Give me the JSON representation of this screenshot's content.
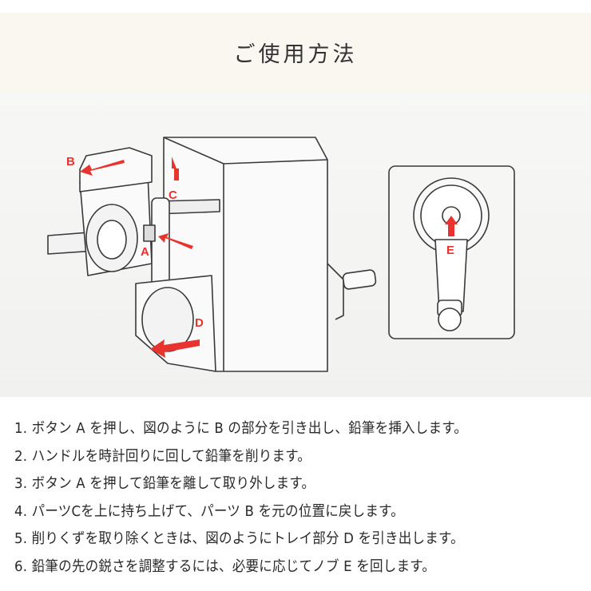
{
  "header": {
    "title": "ご使用方法"
  },
  "diagram": {
    "labels": {
      "a": "A",
      "b": "B",
      "c": "C",
      "d": "D",
      "e": "E"
    },
    "arrow_color": "#e8332f",
    "line_color": "#3a3a3a"
  },
  "steps": [
    "1. ボタン A を押し、図のように B の部分を引き出し、鉛筆を挿入します。",
    "2. ハンドルを時計回りに回して鉛筆を削ります。",
    "3. ボタン A を押して鉛筆を離して取り外します。",
    "4. パーツCを上に持ち上げて、パーツ B を元の位置に戻します。",
    "5. 削りくずを取り除くときは、図のようにトレイ部分 D を引き出します。",
    "6. 鉛筆の先の鋭さを調整するには、必要に応じてノブ E を回します。"
  ]
}
